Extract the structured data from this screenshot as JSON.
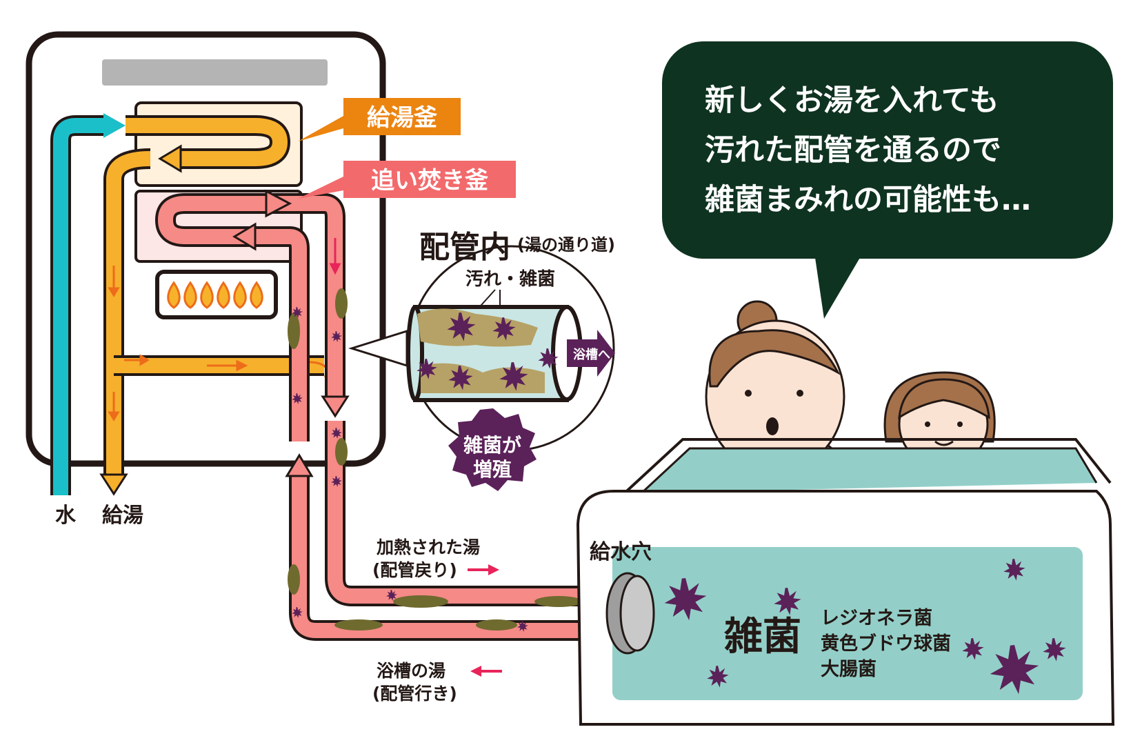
{
  "labels": {
    "water": "水",
    "hot_water_supply": "給湯",
    "supply_boiler": "給湯釜",
    "reheat_boiler": "追い焚き釜",
    "pipe_inside_title": "配管内",
    "pipe_inside_subtitle": "(湯の通り道)",
    "dirt_bacteria": "汚れ・雑菌",
    "to_bathtub": "浴槽へ",
    "bacteria_grow_line1": "雑菌が",
    "bacteria_grow_line2": "増殖",
    "heated_water_line1": "加熱された湯",
    "heated_water_line2": "(配管戻り)",
    "bath_water_line1": "浴槽の湯",
    "bath_water_line2": "(配管行き)",
    "water_inlet": "給水穴",
    "bacteria_big": "雑菌",
    "bacteria_types": [
      "レジオネラ菌",
      "黄色ブドウ球菌",
      "大腸菌"
    ]
  },
  "speech_bubble": {
    "lines": [
      "新しくお湯を入れても",
      "汚れた配管を通るので",
      "雑菌まみれの可能性も…"
    ]
  },
  "colors": {
    "water_pipe": "#1bbfc9",
    "hot_pipe": "#f6b02c",
    "reheat_pipe": "#f58a87",
    "supply_label_bg": "#ec8410",
    "reheat_label_bg": "#f26a6c",
    "bubble_bg": "#0f3321",
    "bacteria": "#5b2159",
    "sludge": "#6f6a2e",
    "tub_water": "#93cfc8",
    "outline": "#231815"
  }
}
